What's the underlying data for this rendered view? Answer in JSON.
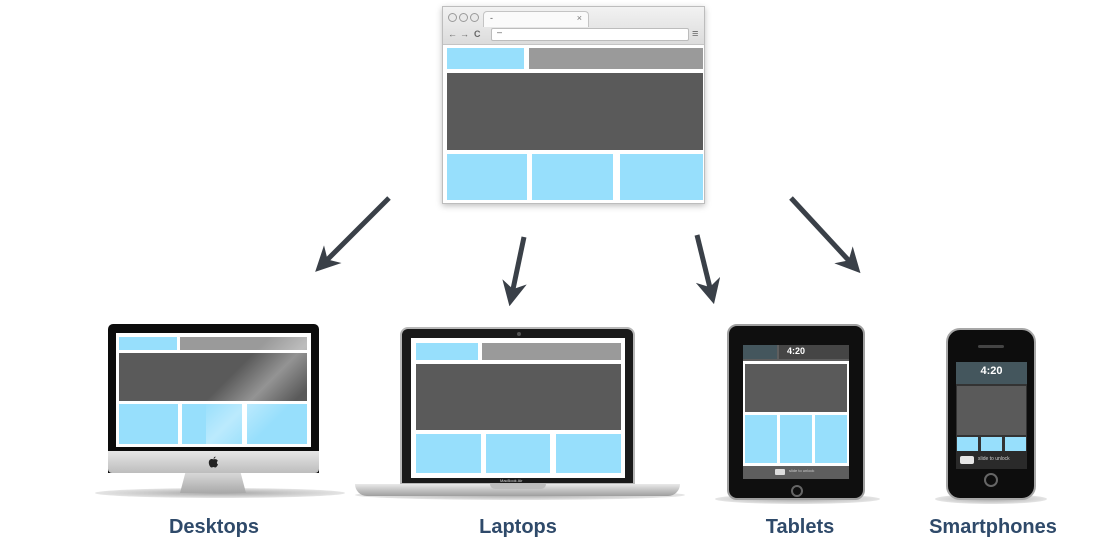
{
  "browser": {
    "tab_title": "-",
    "close_glyph": "×",
    "back_glyph": "←",
    "forward_glyph": "→",
    "reload_glyph": "C",
    "url_text": "–",
    "menu_glyph": "≡"
  },
  "devices": {
    "desktop": {
      "label": "Desktops",
      "logo": "apple-logo-icon"
    },
    "laptop": {
      "label": "Laptops",
      "brand_text": "MacBook Air"
    },
    "tablet": {
      "label": "Tablets",
      "lock_time": "4:20",
      "unlock_text": "slide to unlock"
    },
    "smartphone": {
      "label": "Smartphones",
      "lock_time": "4:20",
      "unlock_text": "slide to unlock"
    }
  },
  "colors": {
    "block_blue": "#97dffc",
    "block_gray": "#9a9a9a",
    "block_dark": "#5a5a5a",
    "arrow": "#3a4048",
    "label": "#2f4a6a"
  }
}
